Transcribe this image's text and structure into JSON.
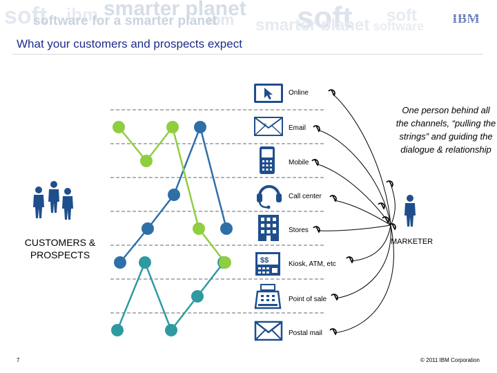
{
  "banner": {
    "tagline": "software for a smarter planet",
    "watermark_words": [
      "soft",
      "ibm",
      "smarter planet",
      "soft",
      "smarter planet",
      "soft",
      "ibm",
      "software"
    ]
  },
  "brand": {
    "logo_text": "IBM",
    "color": "#1f3a93"
  },
  "page_title": "What your customers and prospects expect",
  "channels": [
    {
      "label": "Online",
      "icon": "cursor-icon"
    },
    {
      "label": "Email",
      "icon": "envelope-icon"
    },
    {
      "label": "Mobile",
      "icon": "mobile-phone-icon"
    },
    {
      "label": "Call center",
      "icon": "headset-icon"
    },
    {
      "label": "Stores",
      "icon": "building-icon"
    },
    {
      "label": "Kiosk, ATM, etc",
      "icon": "kiosk-icon"
    },
    {
      "label": "Point of sale",
      "icon": "cash-register-icon"
    },
    {
      "label": "Postal mail",
      "icon": "mail-envelope-icon"
    }
  ],
  "journeys": [
    {
      "color": "#8fce3f",
      "stops": [
        1,
        2,
        1,
        4,
        5
      ]
    },
    {
      "color": "#2f6fa8",
      "stops": [
        5,
        4,
        3,
        1,
        4
      ]
    },
    {
      "color": "#2e9aa0",
      "stops": [
        7,
        5,
        7,
        6,
        5
      ]
    }
  ],
  "customers_label": "CUSTOMERS & PROSPECTS",
  "marketer_label": "MARKETER",
  "note": "One person behind all the channels, “pulling the strings” and guiding the dialogue & relationship",
  "colors": {
    "title": "#1e2b8c",
    "icon_fill": "#1f4e8c",
    "person": "#1f4e8c"
  },
  "footer": {
    "page_number": "7",
    "copyright": "© 2011 IBM Corporation"
  }
}
